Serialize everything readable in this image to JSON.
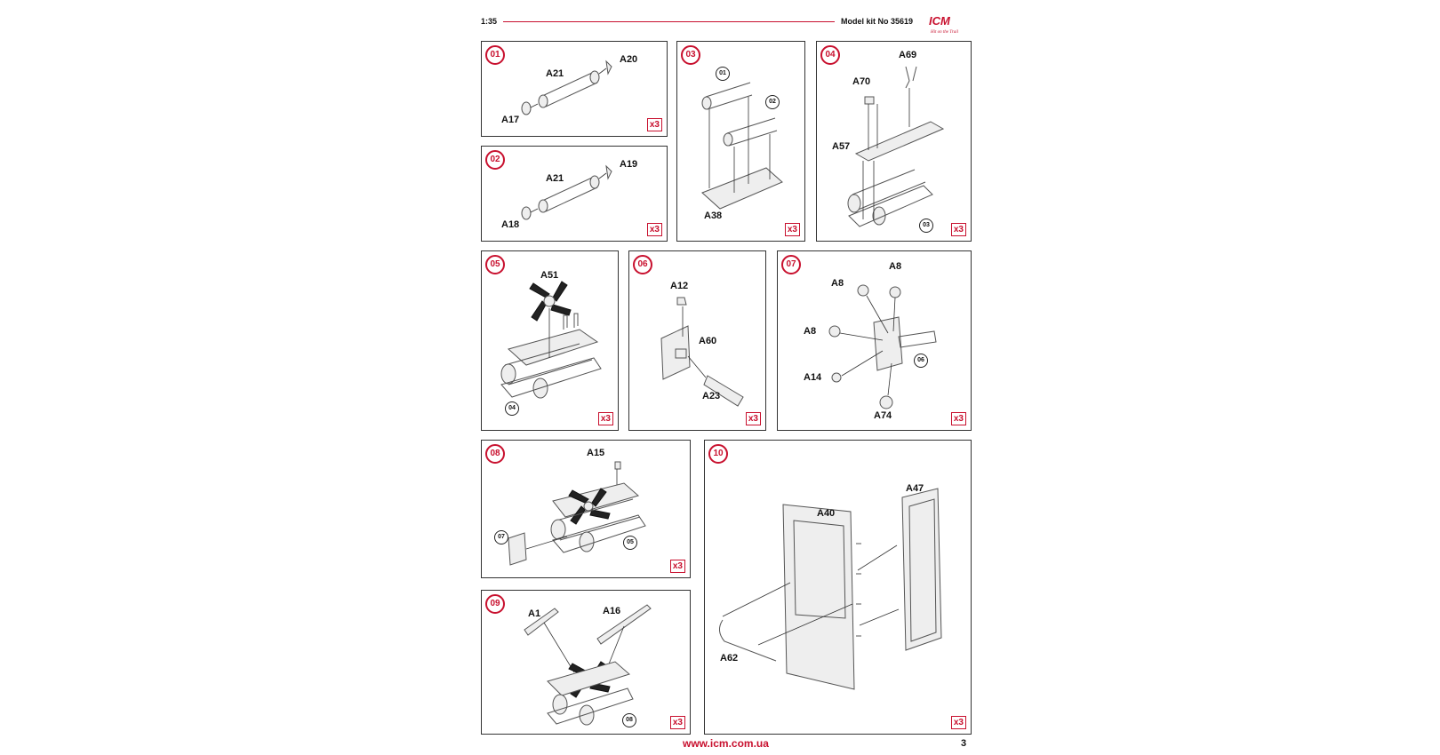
{
  "header": {
    "scale": "1:35",
    "kit_label": "Model kit No 35619",
    "logo_text": "ICM",
    "logo_tagline": "Hit on the Trail"
  },
  "footer": {
    "website": "www.icm.com.ua",
    "page_number": "3"
  },
  "accent_color": "#c8102e",
  "steps": [
    {
      "number": "01",
      "quantity": "x3",
      "labels": [
        "A21",
        "A20",
        "A17"
      ]
    },
    {
      "number": "02",
      "quantity": "x3",
      "labels": [
        "A21",
        "A19",
        "A18"
      ]
    },
    {
      "number": "03",
      "quantity": "x3",
      "labels": [
        "A38"
      ],
      "refs": [
        "01",
        "02"
      ]
    },
    {
      "number": "04",
      "quantity": "x3",
      "labels": [
        "A69",
        "A70",
        "A57"
      ],
      "refs": [
        "03"
      ]
    },
    {
      "number": "05",
      "quantity": "x3",
      "labels": [
        "A51"
      ],
      "refs": [
        "04"
      ]
    },
    {
      "number": "06",
      "quantity": "x3",
      "labels": [
        "A12",
        "A60",
        "A23"
      ]
    },
    {
      "number": "07",
      "quantity": "x3",
      "labels": [
        "A8",
        "A8",
        "A8",
        "A14",
        "A74"
      ],
      "refs": [
        "06"
      ]
    },
    {
      "number": "08",
      "quantity": "x3",
      "labels": [
        "A15"
      ],
      "refs": [
        "07",
        "05"
      ]
    },
    {
      "number": "09",
      "quantity": "x3",
      "labels": [
        "A1",
        "A16"
      ],
      "refs": [
        "08"
      ]
    },
    {
      "number": "10",
      "quantity": "x3",
      "labels": [
        "A40",
        "A47",
        "A62"
      ]
    }
  ]
}
